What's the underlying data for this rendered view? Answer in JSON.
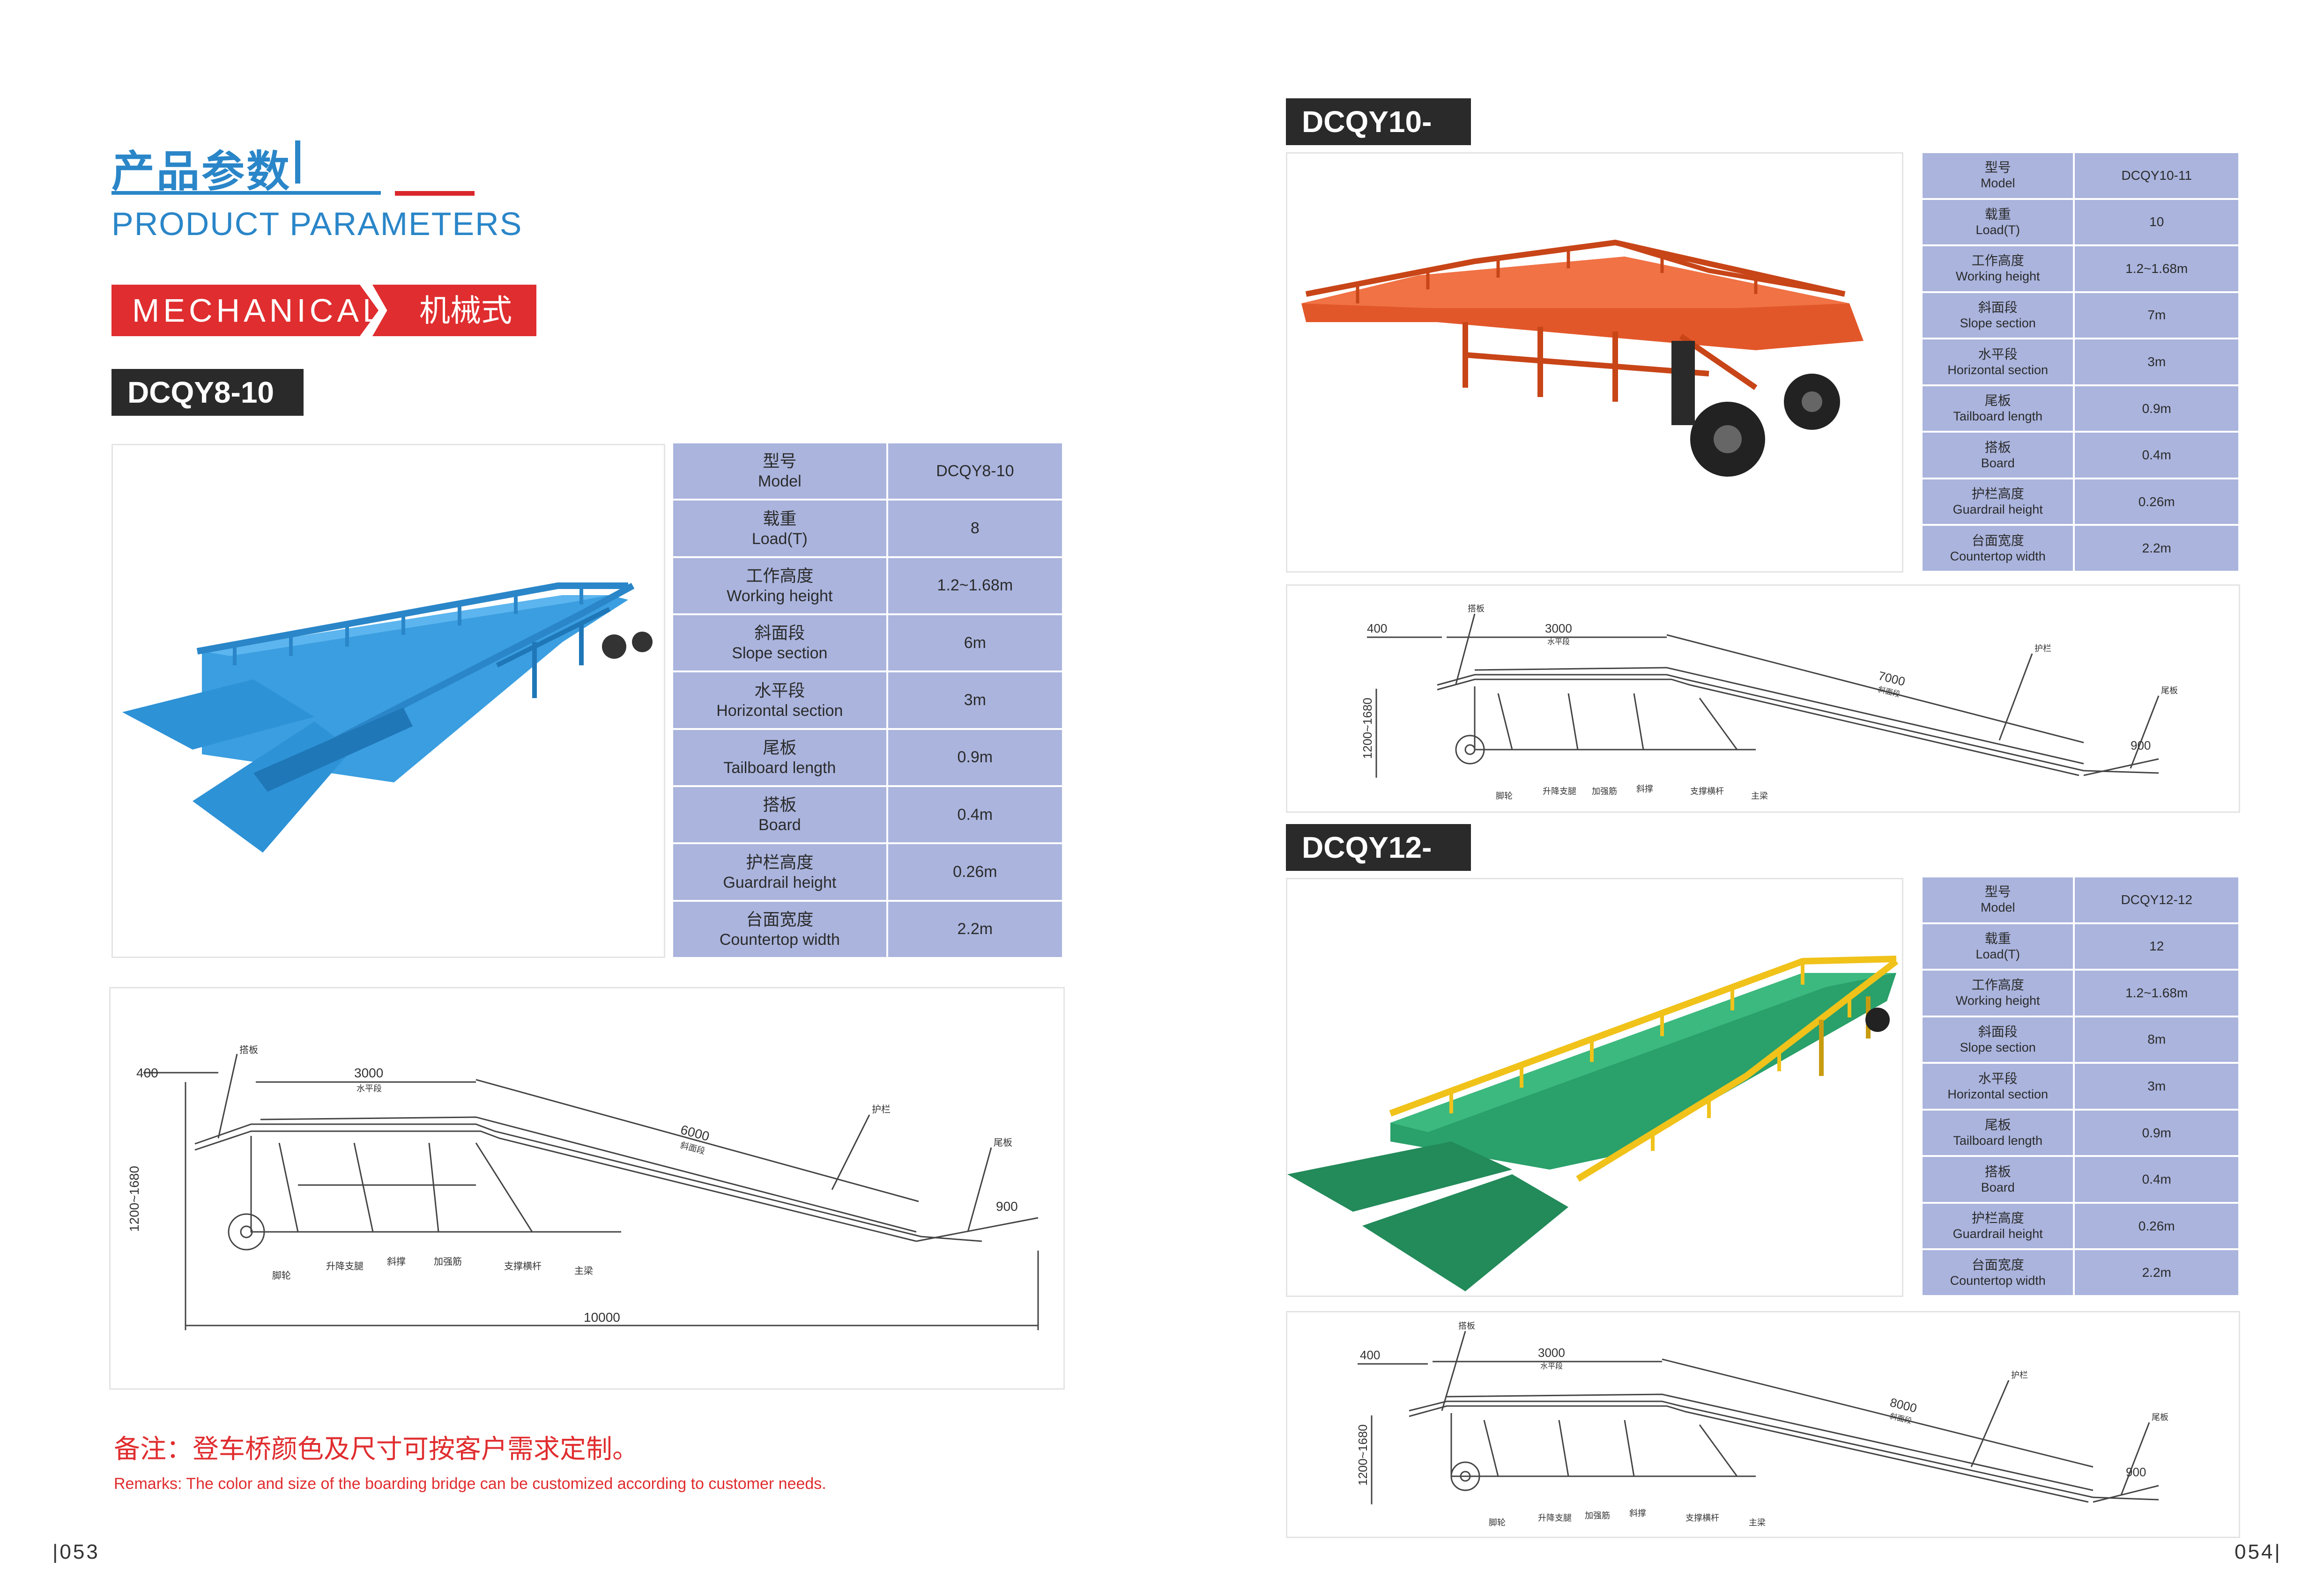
{
  "header": {
    "title_cn": "产品参数",
    "title_en": "PRODUCT PARAMETERS",
    "category_en": "MECHANICAL",
    "category_cn": "机械式"
  },
  "products": [
    {
      "model_tag": "DCQY8-10",
      "ramp_color": "#3a9ee0",
      "specs": [
        {
          "cn": "型号",
          "en": "Model",
          "value": "DCQY8-10"
        },
        {
          "cn": "载重",
          "en": "Load(T)",
          "value": "8"
        },
        {
          "cn": "工作高度",
          "en": "Working height",
          "value": "1.2~1.68m"
        },
        {
          "cn": "斜面段",
          "en": "Slope section",
          "value": "6m"
        },
        {
          "cn": "水平段",
          "en": "Horizontal section",
          "value": "3m"
        },
        {
          "cn": "尾板",
          "en": "Tailboard length",
          "value": "0.9m"
        },
        {
          "cn": "搭板",
          "en": "Board",
          "value": "0.4m"
        },
        {
          "cn": "护栏高度",
          "en": "Guardrail height",
          "value": "0.26m"
        },
        {
          "cn": "台面宽度",
          "en": "Countertop width",
          "value": "2.2m"
        }
      ],
      "drawing": {
        "d400": "400",
        "d3000": "3000",
        "h_label": "水平段",
        "slope": "6000",
        "slope_label": "斜面段",
        "height": "1200~1680",
        "tail": "900",
        "total": "10000",
        "callouts": [
          "搭板",
          "护栏",
          "尾板",
          "脚轮",
          "升降支腿",
          "斜撑",
          "加强筋",
          "支撑横杆",
          "主梁"
        ]
      }
    },
    {
      "model_tag": "DCQY10-11",
      "ramp_color": "#e2572a",
      "specs": [
        {
          "cn": "型号",
          "en": "Model",
          "value": "DCQY10-11"
        },
        {
          "cn": "载重",
          "en": "Load(T)",
          "value": "10"
        },
        {
          "cn": "工作高度",
          "en": "Working height",
          "value": "1.2~1.68m"
        },
        {
          "cn": "斜面段",
          "en": "Slope section",
          "value": "7m"
        },
        {
          "cn": "水平段",
          "en": "Horizontal section",
          "value": "3m"
        },
        {
          "cn": "尾板",
          "en": "Tailboard length",
          "value": "0.9m"
        },
        {
          "cn": "搭板",
          "en": "Board",
          "value": "0.4m"
        },
        {
          "cn": "护栏高度",
          "en": "Guardrail height",
          "value": "0.26m"
        },
        {
          "cn": "台面宽度",
          "en": "Countertop width",
          "value": "2.2m"
        }
      ],
      "drawing": {
        "d400": "400",
        "d3000": "3000",
        "h_label": "水平段",
        "slope": "7000",
        "slope_label": "斜面段",
        "height": "1200~1680",
        "tail": "900",
        "callouts": [
          "搭板",
          "护栏",
          "尾板",
          "脚轮",
          "升降支腿",
          "加强筋",
          "斜撑",
          "支撑横杆",
          "主梁"
        ]
      }
    },
    {
      "model_tag": "DCQY12-12",
      "ramp_color": "#2aa06a",
      "rail_color": "#f0c21a",
      "specs": [
        {
          "cn": "型号",
          "en": "Model",
          "value": "DCQY12-12"
        },
        {
          "cn": "载重",
          "en": "Load(T)",
          "value": "12"
        },
        {
          "cn": "工作高度",
          "en": "Working height",
          "value": "1.2~1.68m"
        },
        {
          "cn": "斜面段",
          "en": "Slope section",
          "value": "8m"
        },
        {
          "cn": "水平段",
          "en": "Horizontal section",
          "value": "3m"
        },
        {
          "cn": "尾板",
          "en": "Tailboard length",
          "value": "0.9m"
        },
        {
          "cn": "搭板",
          "en": "Board",
          "value": "0.4m"
        },
        {
          "cn": "护栏高度",
          "en": "Guardrail height",
          "value": "0.26m"
        },
        {
          "cn": "台面宽度",
          "en": "Countertop width",
          "value": "2.2m"
        }
      ],
      "drawing": {
        "d400": "400",
        "d3000": "3000",
        "h_label": "水平段",
        "slope": "8000",
        "slope_label": "斜面段",
        "height": "1200~1680",
        "tail": "900",
        "callouts": [
          "搭板",
          "护栏",
          "尾板",
          "脚轮",
          "升降支腿",
          "加强筋",
          "斜撑",
          "支撑横杆",
          "主梁"
        ]
      }
    }
  ],
  "remarks": {
    "cn": "备注：登车桥颜色及尺寸可按客户需求定制。",
    "en": "Remarks: The color and size of the boarding bridge can be customized according to customer needs."
  },
  "pages": {
    "left": "|053",
    "right": "054|"
  }
}
